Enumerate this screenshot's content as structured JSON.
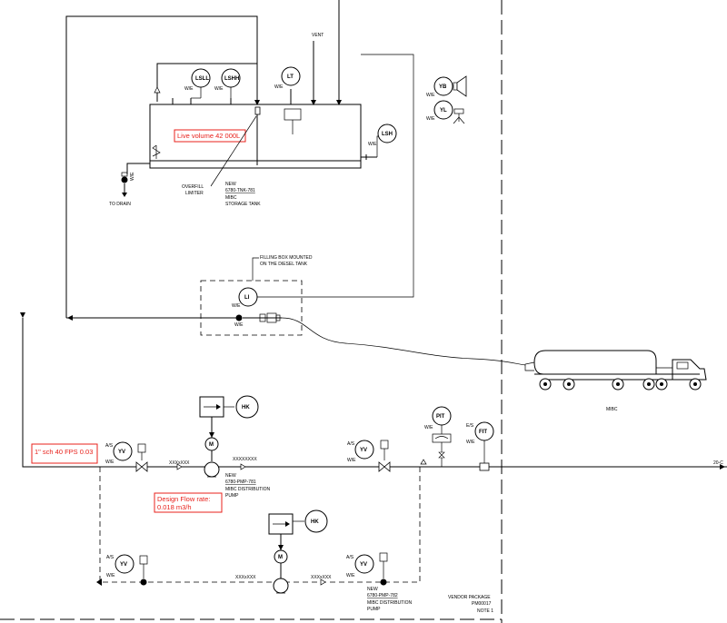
{
  "tank": {
    "new": "NEW",
    "tag": "6780-TNK-781",
    "line1": "MIBC",
    "line2": "STORAGE TANK",
    "live_volume": "Live volume 42 000L"
  },
  "instruments": {
    "lsll": "LSLL",
    "lshh": "LSHH",
    "lt": "LT",
    "lsh": "LSH",
    "yb": "YB",
    "yl": "YL",
    "li": "LI",
    "pit": "PIT",
    "fit": "FIT",
    "hk1": "HK",
    "hk2": "HK",
    "yv1": "YV",
    "yv2": "YV",
    "yv3": "YV",
    "yv4": "YV",
    "m1": "M",
    "m2": "M"
  },
  "tags": {
    "we": "W/E",
    "as": "A/S",
    "es": "E/S"
  },
  "labels": {
    "vent": "VENT",
    "to_drain": "TO DRAIN",
    "overfill_1": "OVERFILL",
    "overfill_2": "LIMITER",
    "filling_1": "FILLING BOX MOUNTED",
    "filling_2": "ON THE DIESEL TANK",
    "truck": "MIBC",
    "off_page": "20-C"
  },
  "pump1": {
    "new": "NEW",
    "tag": "6780-PMP-781",
    "line1": "MIBC DISTRIBUTION",
    "line2": "PUMP"
  },
  "pump2": {
    "new": "NEW",
    "tag": "6780-PMP-782",
    "line1": "MIBC DISTRIBUTION",
    "line2": "PUMP"
  },
  "pipes": {
    "line_a": "XXXXXXXX",
    "line_b": "XXXxXXX",
    "line_c": "XXXxXXX",
    "line_d": "XXXxXXX"
  },
  "notes": {
    "pipe_spec": "1\" sch 40 FPS 0.03",
    "design_flow_1": "Design Flow rate:",
    "design_flow_2": "0.018 m3/h"
  },
  "vendor": {
    "line1": "VENDOR PACKAGE",
    "line2": "PM00017",
    "line3": "NOTE 1"
  },
  "colors": {
    "annotation_red": "#e8211b",
    "line_black": "#000000"
  }
}
